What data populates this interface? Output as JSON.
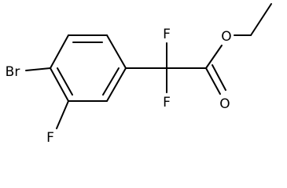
{
  "structure": {
    "atoms": {
      "br": "Br",
      "f_ring": "F",
      "f_top": "F",
      "f_bottom": "F",
      "o_ester": "O",
      "o_carbonyl": "O"
    },
    "colors": {
      "bond": "#000000",
      "label": "#000000",
      "background": "#ffffff"
    }
  }
}
